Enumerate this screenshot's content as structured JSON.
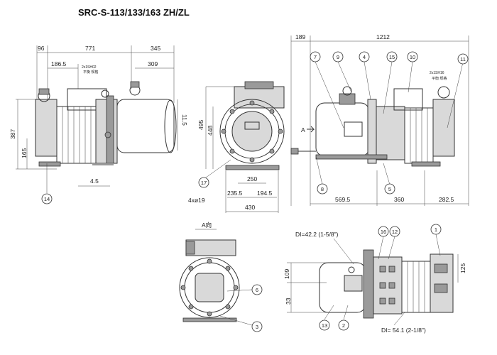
{
  "title": "SRC-S-113/133/163 ZH/ZL",
  "section_label": "A向",
  "arrow_label": "A",
  "dimensions": {
    "left_96": "96",
    "left_771": "771",
    "left_345": "345",
    "left_186": "186.5",
    "left_309": "309",
    "left_387": "387",
    "left_165": "165",
    "left_45": "4.5",
    "left_115": "11.5",
    "front_495": "495",
    "front_448": "448",
    "front_250": "250",
    "front_2355": "235.5",
    "front_1945": "194.5",
    "front_430": "430",
    "front_holes": "4xø19",
    "right_189": "189",
    "right_1212": "1212",
    "right_5695": "569.5",
    "right_360": "360",
    "right_2825": "282.5",
    "bottom_109": "109",
    "bottom_33": "33",
    "bottom_125": "125",
    "bottom_di1": "DI=42.2 (1-5/8\")",
    "bottom_di2": "DI= 54.1 (2-1/8\")"
  },
  "notes": {
    "note1": "2x1SH02",
    "note1b": "平衡 规格",
    "note2": "2x1SH16",
    "note2b": "平衡 规格"
  },
  "callouts": {
    "c14": "14",
    "c17": "17",
    "c7": "7",
    "c9": "9",
    "c4": "4",
    "c15": "15",
    "c10": "10",
    "c11": "11",
    "c8": "8",
    "c5": "5",
    "c6": "6",
    "c3": "3",
    "c16": "16",
    "c12": "12",
    "c1": "1",
    "c13": "13",
    "c2": "2"
  }
}
